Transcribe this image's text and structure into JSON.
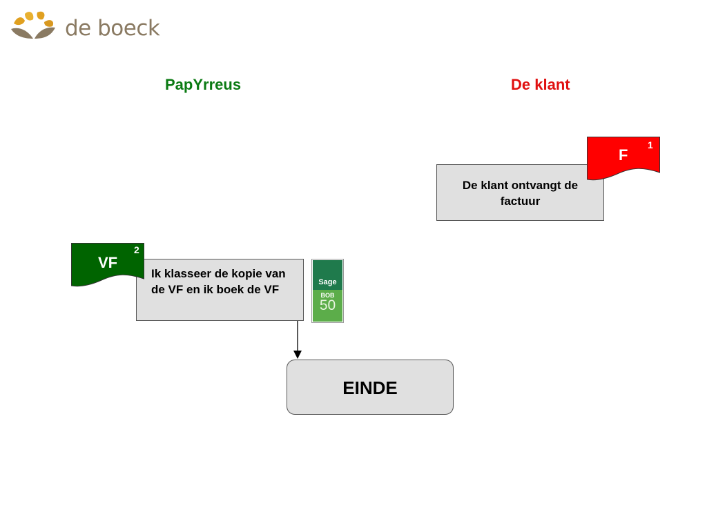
{
  "logo": {
    "text": "de boeck"
  },
  "lanes": {
    "left": {
      "title": "PapYrreus",
      "color": "#0a7a12"
    },
    "right": {
      "title": "De klant",
      "color": "#e01010"
    }
  },
  "docs": {
    "f": {
      "label": "F",
      "number": "1",
      "color": "#ff0000"
    },
    "vf": {
      "label": "VF",
      "number": "2",
      "color": "#006400"
    }
  },
  "steps": {
    "klant": "De klant ontvangt de factuur",
    "klasseer": "Ik klasseer de kopie van de VF en ik boek de VF",
    "einde": "EINDE"
  },
  "software": {
    "name": "Sage",
    "product": "BOB",
    "version": "50",
    "colors": {
      "top": "#1f7a4c",
      "bottom": "#5cad4a"
    }
  },
  "icons": {
    "logo": "wheat-leaves-icon"
  }
}
